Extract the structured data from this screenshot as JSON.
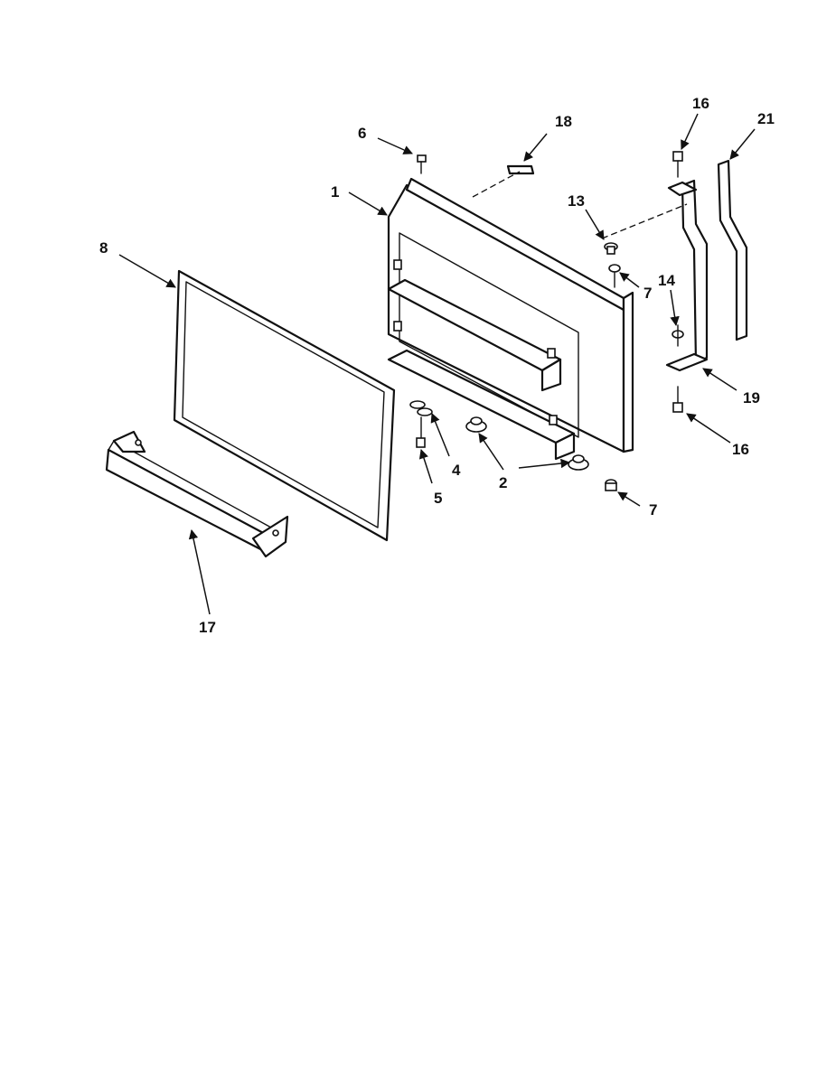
{
  "callouts": {
    "c1": "1",
    "c2": "2",
    "c4": "4",
    "c5": "5",
    "c6": "6",
    "c7a": "7",
    "c7b": "7",
    "c8": "8",
    "c13": "13",
    "c14": "14",
    "c16a": "16",
    "c16b": "16",
    "c17": "17",
    "c18": "18",
    "c19": "19",
    "c21": "21"
  }
}
